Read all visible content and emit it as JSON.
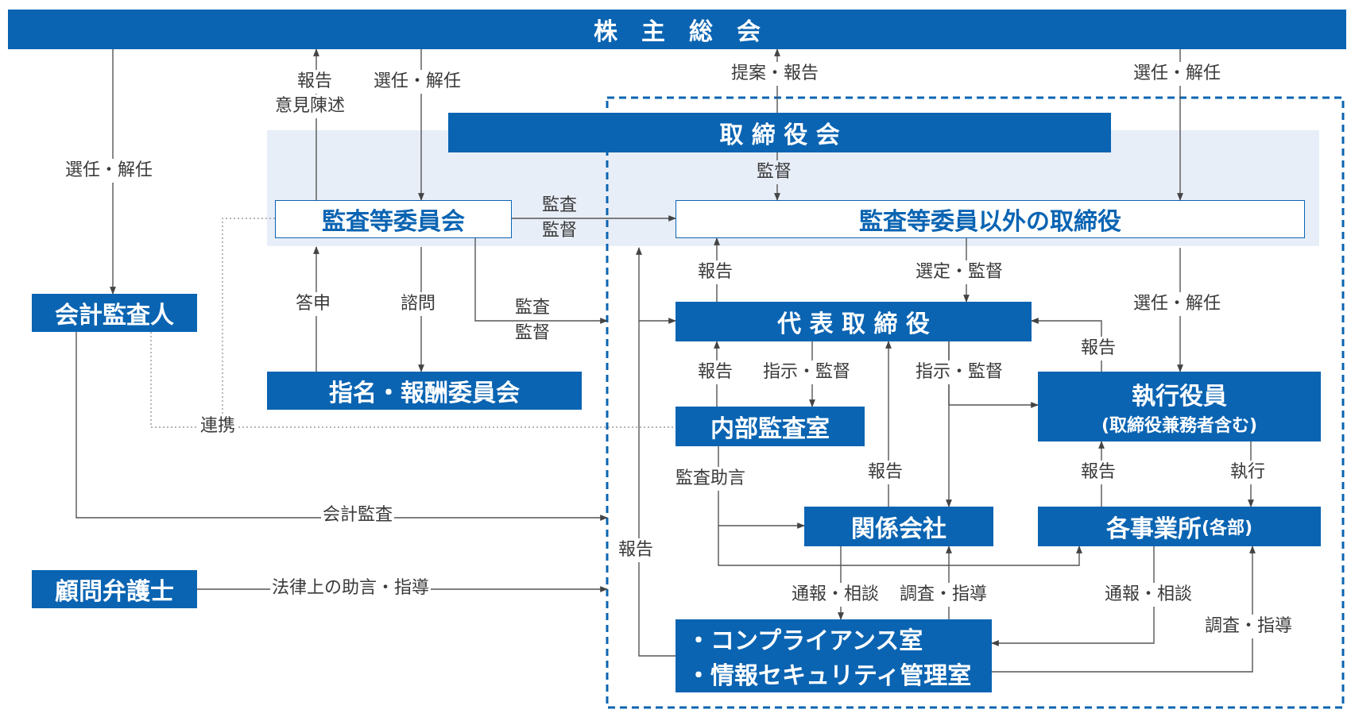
{
  "boxes": {
    "shareholders": "株　主　総　会",
    "board": "取 締 役 会",
    "audit_committee": "監査等委員会",
    "non_audit_directors": "監査等委員以外の取締役",
    "accounting_auditor": "会計監査人",
    "representative_director": "代 表 取 締 役",
    "nomination_committee": "指名・報酬委員会",
    "internal_audit": "内部監査室",
    "executive_officers": "執行役員",
    "executive_officers_sub": "(取締役兼務者含む)",
    "affiliates": "関係会社",
    "business_sites": "各事業所",
    "business_sites_sub": "(各部)",
    "legal_advisor": "顧問弁護士",
    "compliance_line1": "・コンプライアンス室",
    "compliance_line2": "・情報セキュリティ管理室"
  },
  "labels": {
    "report_opinion_1": "報告",
    "report_opinion_2": "意見陳述",
    "elect_dismiss_ac": "選任・解任",
    "proposal_report": "提案・報告",
    "elect_dismiss_top_right": "選任・解任",
    "elect_dismiss_left": "選任・解任",
    "supervision_board": "監督",
    "audit_supervise_1_a": "監査",
    "audit_supervise_1_b": "監督",
    "answer": "答申",
    "consult": "諮問",
    "audit_supervise_2_a": "監査",
    "audit_supervise_2_b": "監督",
    "report_rep_to_dir": "報告",
    "select_supervise": "選定・監督",
    "elect_dismiss_exec": "選任・解任",
    "report_exec_to_rep": "報告",
    "report_ia_to_rep": "報告",
    "instruct_supervise_ia": "指示・監督",
    "instruct_supervise_exec": "指示・監督",
    "cooperation": "連携",
    "audit_advice": "監査助言",
    "report_aff": "報告",
    "report_sites": "報告",
    "execution": "執行",
    "accounting_audit": "会計監査",
    "report_comp": "報告",
    "legal_advice": "法律上の助言・指導",
    "whistle_consult_aff": "通報・相談",
    "investigate_guide_aff": "調査・指導",
    "whistle_consult_sites": "通報・相談",
    "investigate_guide_sites": "調査・指導"
  },
  "colors": {
    "accent_blue": "#0a64b2",
    "board_band": "#e8eef8",
    "line": "#555555"
  }
}
